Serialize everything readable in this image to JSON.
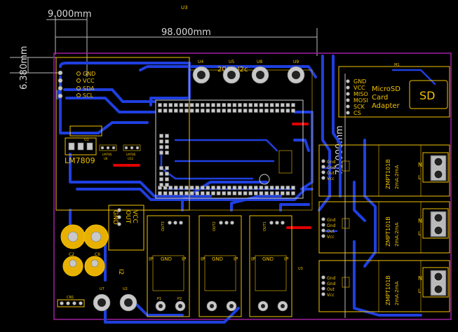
{
  "title": "U3",
  "dimensions": {
    "offset_x": "9.000mm",
    "width": "98.000mm",
    "offset_y": "6.380mm",
    "height": "70.000mm"
  },
  "top_connector": {
    "labels": [
      "GND",
      "VCC",
      "SDA",
      "SCL"
    ],
    "parts": [
      "U4",
      "U5",
      "U8",
      "U9"
    ],
    "name": "2004 I2c"
  },
  "sd_module": {
    "ref": "M1",
    "pins": [
      "GND",
      "VCC",
      "MISO",
      "MOSI",
      "SCK",
      "CS"
    ],
    "title_lines": [
      "MicroSD",
      "Card",
      "Adapter"
    ],
    "logo": "SD"
  },
  "regulator": {
    "part": "LM7809",
    "ref_a": "U1",
    "ref_b": "U6",
    "ref_c": "U12",
    "pins": [
      "LM78S",
      "LM78S"
    ]
  },
  "sensors": [
    {
      "name": "ZMPT101B",
      "rating": "2mA:2mA",
      "pins": [
        "Gnd",
        "Gnd",
        "Out",
        "Vcc"
      ],
      "terminals": [
        "N",
        "L"
      ]
    },
    {
      "name": "ZMPT101B",
      "rating": "2mA:2mA",
      "pins": [
        "Gnd",
        "Gnd",
        "Out",
        "Vcc"
      ],
      "terminals": [
        "N",
        "L"
      ]
    },
    {
      "name": "ZMPT101B",
      "rating": "2mA:2mA",
      "pins": [
        "Gnd",
        "Gnd",
        "Out",
        "Vcc"
      ],
      "terminals": [
        "N",
        "L"
      ]
    }
  ],
  "current_sensors": {
    "out_labels": [
      "OUT3",
      "OUT2",
      "OUT1"
    ],
    "header_labels": [
      "VCC",
      "OUT",
      "GND"
    ],
    "ip_labels": [
      "IP",
      "IP"
    ],
    "gnd_label": "GND",
    "pad_labels": [
      "P1",
      "P2"
    ]
  },
  "power_block": {
    "labels": [
      "VCC",
      "OUT",
      "GND"
    ]
  },
  "misc": {
    "conn_label": "CN1",
    "caps": [
      "C2",
      "C6"
    ],
    "u7": "U7",
    "u2": "U2",
    "u3_label": "U3",
    "i2_label": "I2"
  }
}
